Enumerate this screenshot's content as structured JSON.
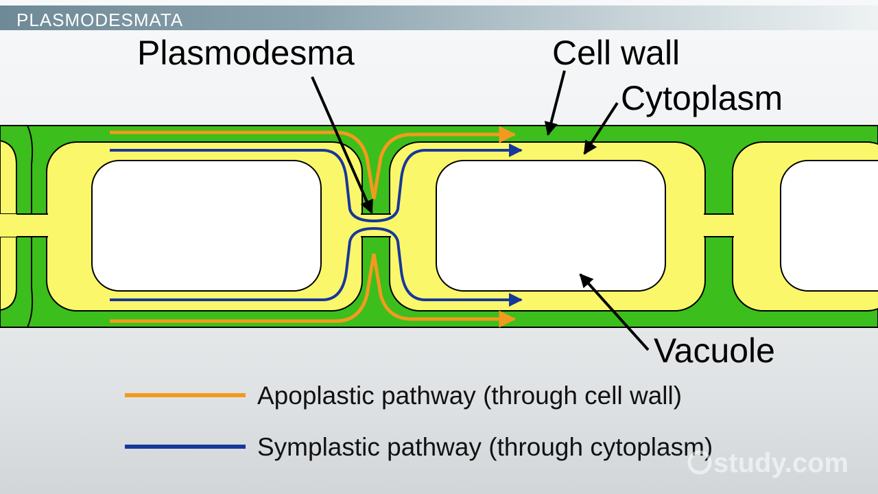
{
  "header": {
    "title": "PLASMODESMATA"
  },
  "labels": {
    "plasmodesma": "Plasmodesma",
    "cell_wall": "Cell wall",
    "cytoplasm": "Cytoplasm",
    "vacuole": "Vacuole"
  },
  "legend": {
    "apoplastic": "Apoplastic pathway (through cell wall)",
    "symplastic": "Symplastic pathway (through cytoplasm)"
  },
  "watermark": "study.com",
  "colors": {
    "cell_wall": "#3cbe1c",
    "cytoplasm": "#fbf76b",
    "vacuole": "#ffffff",
    "apoplastic": "#f39a1e",
    "symplastic": "#17379a"
  }
}
